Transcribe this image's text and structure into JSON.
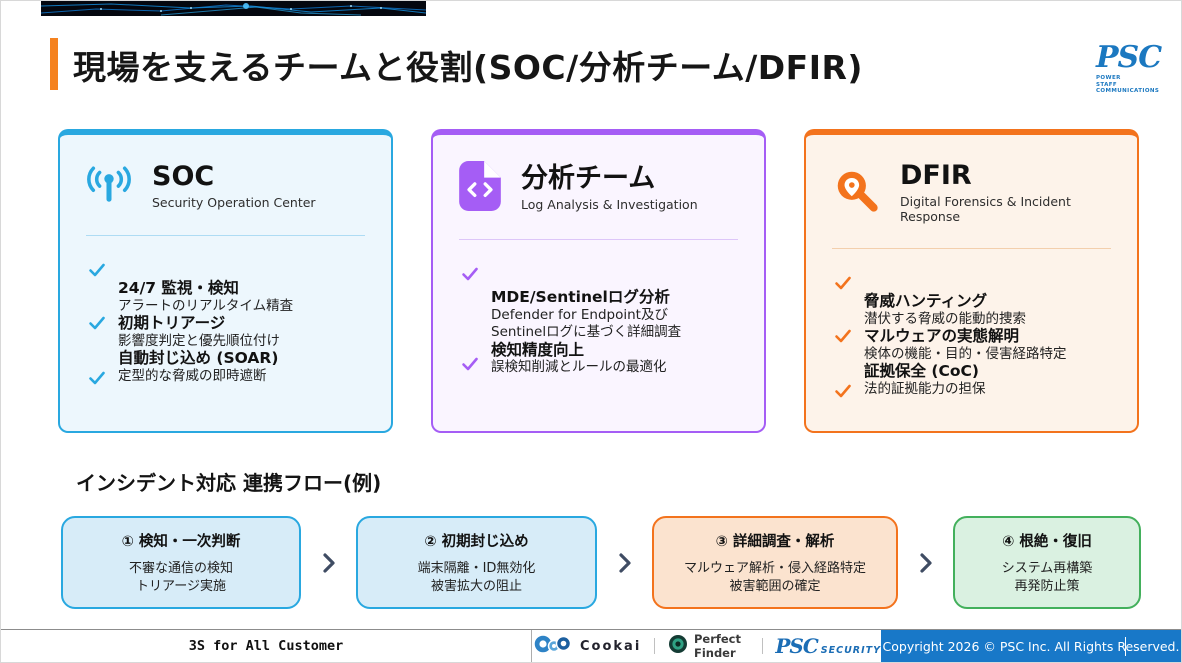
{
  "slide": {
    "title": "現場を支えるチームと役割(SOC/分析チーム/DFIR)",
    "title_accent_color": "#f5821f",
    "brand": {
      "name": "PSC",
      "sub1": "POWER",
      "sub2": "STAFF",
      "sub3": "COMMUNICATIONS",
      "color": "#1b78c0"
    }
  },
  "cards": [
    {
      "id": "soc",
      "icon": "antenna-icon",
      "accent": "#29a8e0",
      "title": "SOC",
      "subtitle": "Security Operation Center",
      "items": [
        {
          "title": "24/7 監視・検知",
          "desc": "アラートのリアルタイム精査"
        },
        {
          "title": "初期トリアージ",
          "desc": "影響度判定と優先順位付け"
        },
        {
          "title": "自動封じ込め (SOAR)",
          "desc": "定型的な脅威の即時遮断"
        }
      ]
    },
    {
      "id": "analysis",
      "icon": "code-file-icon",
      "accent": "#a55df5",
      "title": "分析チーム",
      "subtitle": "Log Analysis & Investigation",
      "items": [
        {
          "title": "MDE/Sentinelログ分析",
          "desc": "Defender for Endpoint及び",
          "desc2": "Sentinelログに基づく詳細調査"
        },
        {
          "title": "検知精度向上",
          "desc": "誤検知削減とルールの最適化"
        }
      ]
    },
    {
      "id": "dfir",
      "icon": "magnifier-pin-icon",
      "accent": "#f3731d",
      "title": "DFIR",
      "subtitle": "Digital Forensics & Incident Response",
      "items": [
        {
          "title": "脅威ハンティング",
          "desc": "潜伏する脅威の能動的捜索"
        },
        {
          "title": "マルウェアの実態解明",
          "desc": "検体の機能・目的・侵害経路特定"
        },
        {
          "title": "証拠保全 (CoC)",
          "desc": "法的証拠能力の担保"
        }
      ]
    }
  ],
  "flow": {
    "heading": "インシデント対応 連携フロー(例)",
    "steps": [
      {
        "title": "① 検知・一次判断",
        "line1": "不審な通信の検知",
        "line2": "トリアージ実施",
        "theme": "blue"
      },
      {
        "title": "② 初期封じ込め",
        "line1": "端末隔離・ID無効化",
        "line2": "被害拡大の阻止",
        "theme": "blue"
      },
      {
        "title": "③ 詳細調査・解析",
        "line1": "マルウェア解析・侵入経路特定",
        "line2": "被害範囲の確定",
        "theme": "orange"
      },
      {
        "title": "④ 根絶・復旧",
        "line1": "システム再構築",
        "line2": "再発防止策",
        "theme": "green"
      }
    ],
    "arrow_color": "#3f4c63",
    "green_accent": "#43b05c"
  },
  "footer": {
    "tagline": "3S for All Customer",
    "logos": {
      "cookai": "Cookai",
      "perfect_finder": "Perfect Finder",
      "psc_security_main": "PSC",
      "psc_security_sub": "SECURITY"
    },
    "copyright": "Copyright 2026 © PSC Inc. All Rights Reserved.",
    "copyright_bar_color": "#1878c8"
  }
}
